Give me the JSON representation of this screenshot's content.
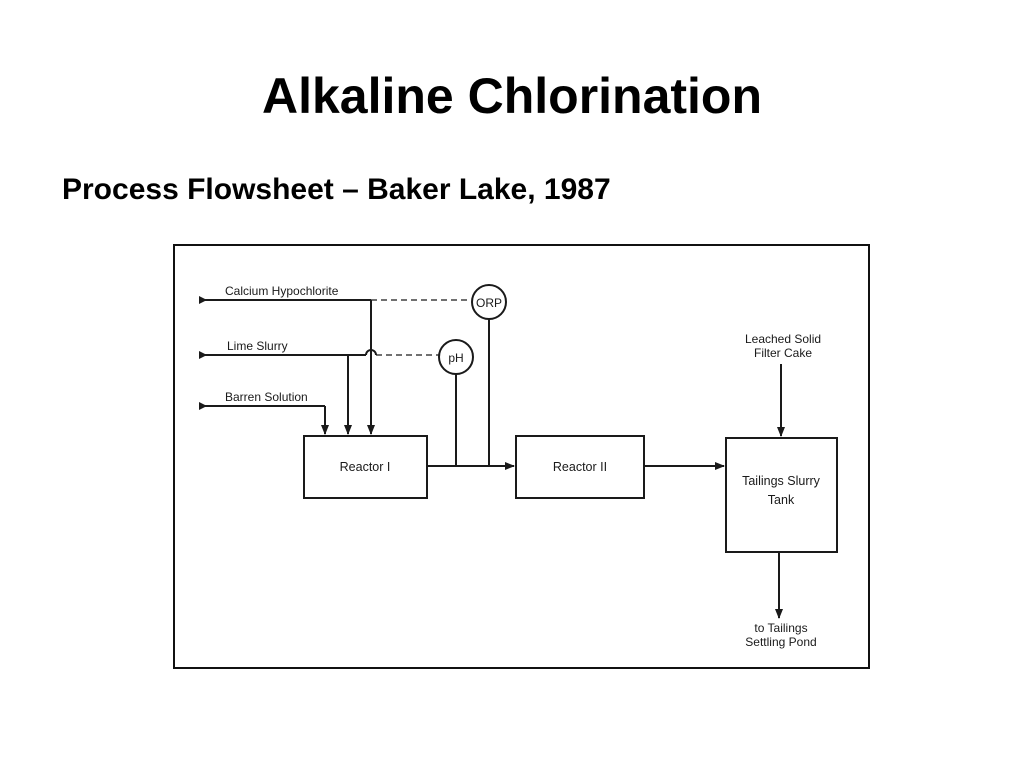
{
  "slide": {
    "title": "Alkaline Chlorination",
    "subtitle": "Process Flowsheet – Baker Lake, 1987"
  },
  "diagram": {
    "inputs": {
      "calcium_hypochlorite": "Calcium  Hypochlorite",
      "lime_slurry": "Lime Slurry",
      "barren_solution": "Barren Solution"
    },
    "instruments": {
      "orp": "ORP",
      "ph": "pH"
    },
    "units": {
      "reactor_1": "Reactor I",
      "reactor_2": "Reactor II",
      "tailings_tank_line1": "Tailings Slurry",
      "tailings_tank_line2": "Tank"
    },
    "feeds": {
      "filter_cake_line1": "Leached Solid",
      "filter_cake_line2": "Filter Cake"
    },
    "outputs": {
      "pond_line1": "to Tailings",
      "pond_line2": "Settling Pond"
    }
  }
}
